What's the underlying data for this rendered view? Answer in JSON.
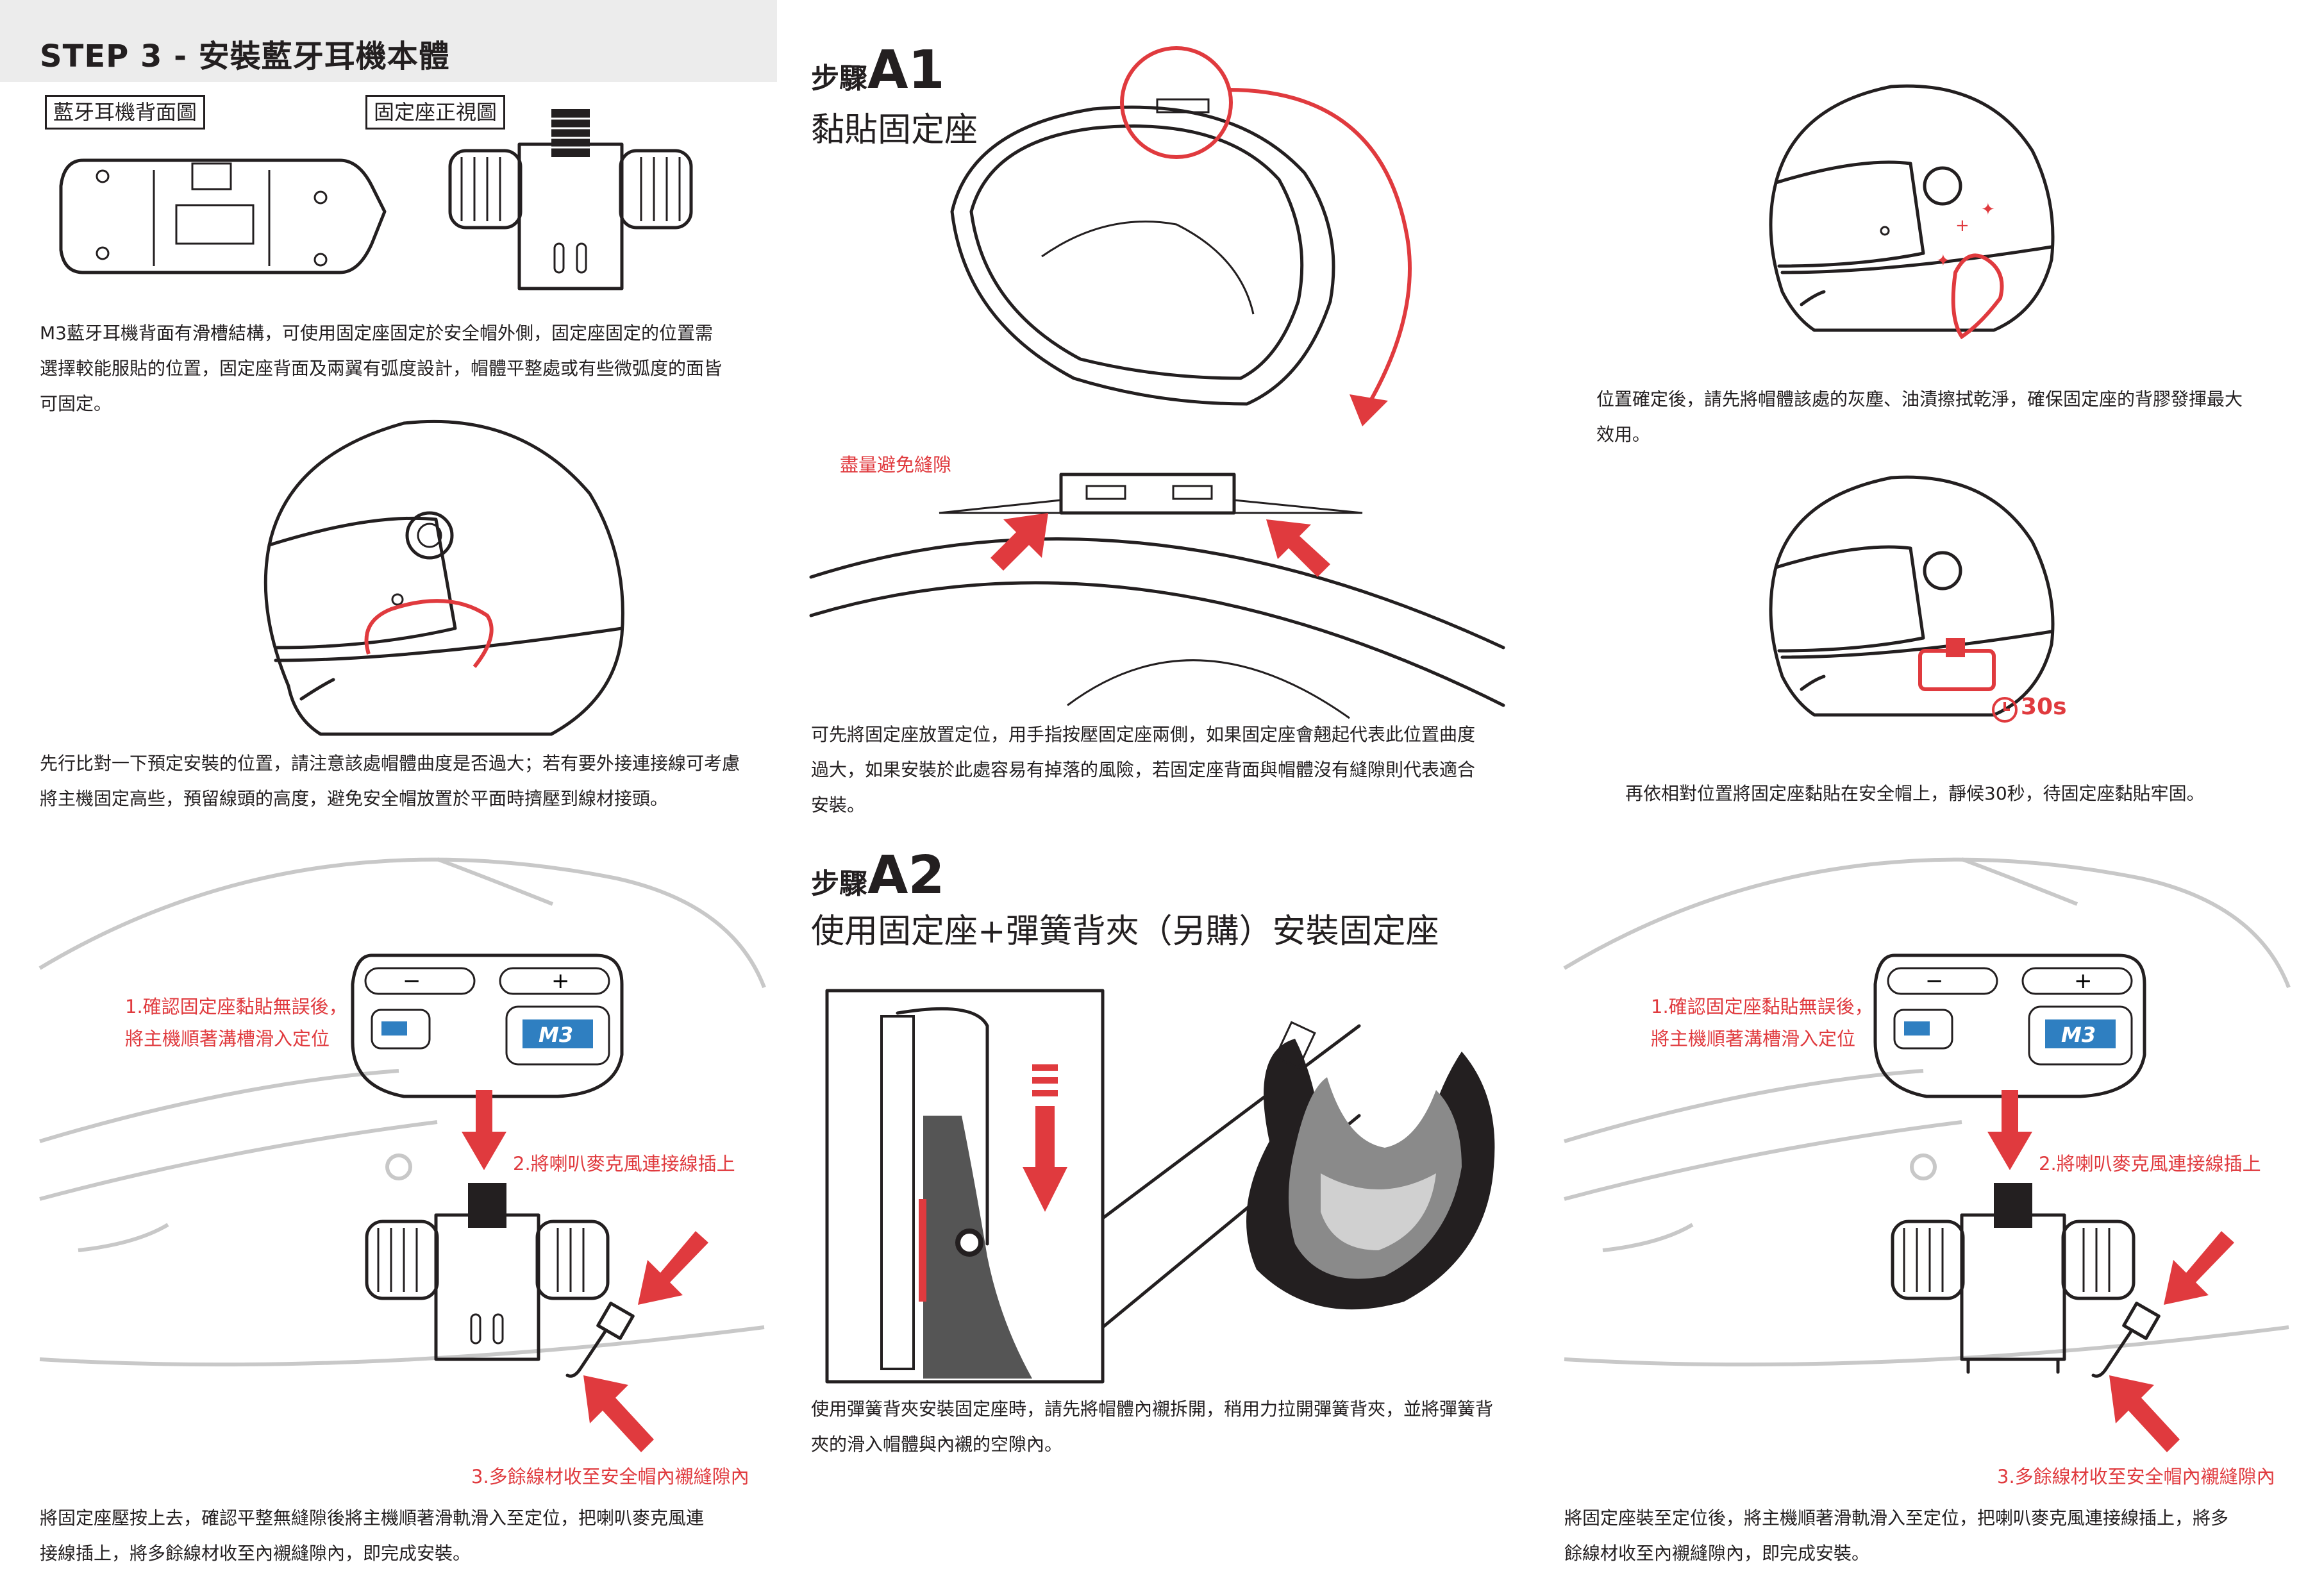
{
  "left": {
    "title": "STEP 3 - 安裝藍牙耳機本體",
    "label_back": "藍牙耳機背面圖",
    "label_front": "固定座正視圖",
    "para1": [
      "M3藍牙耳機背面有滑槽結構，可使用固定座固定於安全帽外側，固定座固定的位置需",
      "選擇較能服貼的位置，固定座背面及兩翼有弧度設計，帽體平整處或有些微弧度的面皆",
      "可固定。"
    ],
    "para2": [
      "先行比對一下預定安裝的位置，請注意該處帽體曲度是否過大；若有要外接連接線可考慮",
      "將主機固定高些，預留線頭的高度，避免安全帽放置於平面時擠壓到線材接頭。"
    ],
    "callout1": [
      "1.確認固定座黏貼無誤後，",
      "將主機順著溝槽滑入定位"
    ],
    "callout2": "2.將喇叭麥克風連接線插上",
    "callout3": "3.多餘線材收至安全帽內襯縫隙內",
    "para3": [
      "將固定座壓按上去，確認平整無縫隙後將主機順著滑軌滑入至定位，把喇叭麥克風連",
      "接線插上，將多餘線材收至內襯縫隙內，即完成安裝。"
    ]
  },
  "middle": {
    "a1_prefix": "步驟",
    "a1_code": "A1",
    "a1_subtitle": "黏貼固定座",
    "gap_note": "盡量避免縫隙",
    "para_a1": [
      "可先將固定座放置定位，用手指按壓固定座兩側，如果固定座會翹起代表此位置曲度",
      "過大，如果安裝於此處容易有掉落的風險，若固定座背面與帽體沒有縫隙則代表適合",
      "安裝。"
    ],
    "a2_prefix": "步驟",
    "a2_code": "A2",
    "a2_subtitle": "使用固定座+彈簧背夾（另購）安裝固定座",
    "para_a2": [
      "使用彈簧背夾安裝固定座時，請先將帽體內襯拆開，稍用力拉開彈簧背夾，並將彈簧背",
      "夾的滑入帽體與內襯的空隙內。"
    ]
  },
  "right": {
    "para_clean": [
      "位置確定後，請先將帽體該處的灰塵、油漬擦拭乾淨，確保固定座的背膠發揮最大",
      "效用。"
    ],
    "timer": "30s",
    "para_wait": "再依相對位置將固定座黏貼在安全帽上，靜候30秒，待固定座黏貼牢固。",
    "callout1": [
      "1.確認固定座黏貼無誤後，",
      "將主機順著溝槽滑入定位"
    ],
    "callout2": "2.將喇叭麥克風連接線插上",
    "callout3": "3.多餘線材收至安全帽內襯縫隙內",
    "para_final": [
      "將固定座裝至定位後，將主機順著滑軌滑入至定位，把喇叭麥克風連接線插上，將多",
      "餘線材收至內襯縫隙內，即完成安裝。"
    ]
  },
  "device": {
    "plus": "+",
    "minus": "−",
    "logo": "M3"
  },
  "colors": {
    "accent": "#e03a3e",
    "text": "#231f20",
    "header_band": "#ececec",
    "ghost_outline": "#c8c8c8"
  },
  "icons": [
    "helmet-icon",
    "mount-base-icon",
    "device-back-icon",
    "arrow-icon",
    "timer-icon",
    "cloth-icon",
    "clip-icon",
    "liner-icon"
  ]
}
